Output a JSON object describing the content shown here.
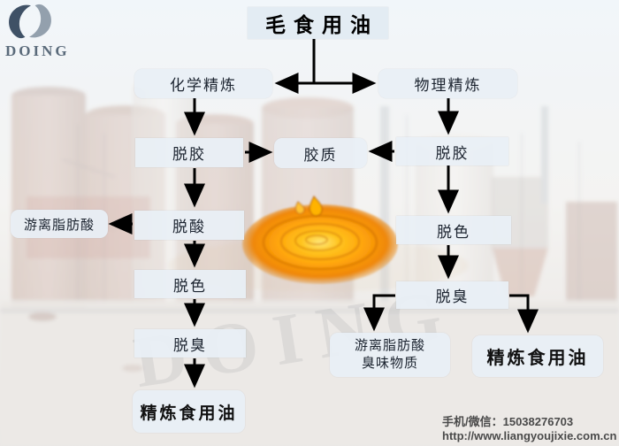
{
  "logo": {
    "text": "DOING",
    "icon": "doing-leaf-logo"
  },
  "flowchart": {
    "nodes": {
      "crude_oil": "毛食用油",
      "chemical_refining": "化学精炼",
      "physical_refining": "物理精炼",
      "degumming_left": "脱胶",
      "gum": "胶质",
      "degumming_right": "脱胶",
      "free_fatty_acid": "游离脂肪酸",
      "deacidification": "脱酸",
      "decolorization_left": "脱色",
      "deodorization_left": "脱臭",
      "refined_oil_left": "精炼食用油",
      "decolorization_right": "脱色",
      "deodorization_right": "脱臭",
      "ffa_odor_line1": "游离脂肪酸",
      "ffa_odor_line2": "臭味物质",
      "refined_oil_right": "精炼食用油"
    }
  },
  "contact": {
    "phone_wechat": "手机/微信：15038276703",
    "website": "http://www.liangyoujixie.com.cn"
  },
  "watermark": "DOING",
  "colors": {
    "node_background": "#e9eff5",
    "arrow": "#000000",
    "logo_gray_blue": "#5a6a7a",
    "contact_text": "#4a4a4a",
    "oil_gold": "#ffb300",
    "oil_deep": "#e07b00"
  }
}
